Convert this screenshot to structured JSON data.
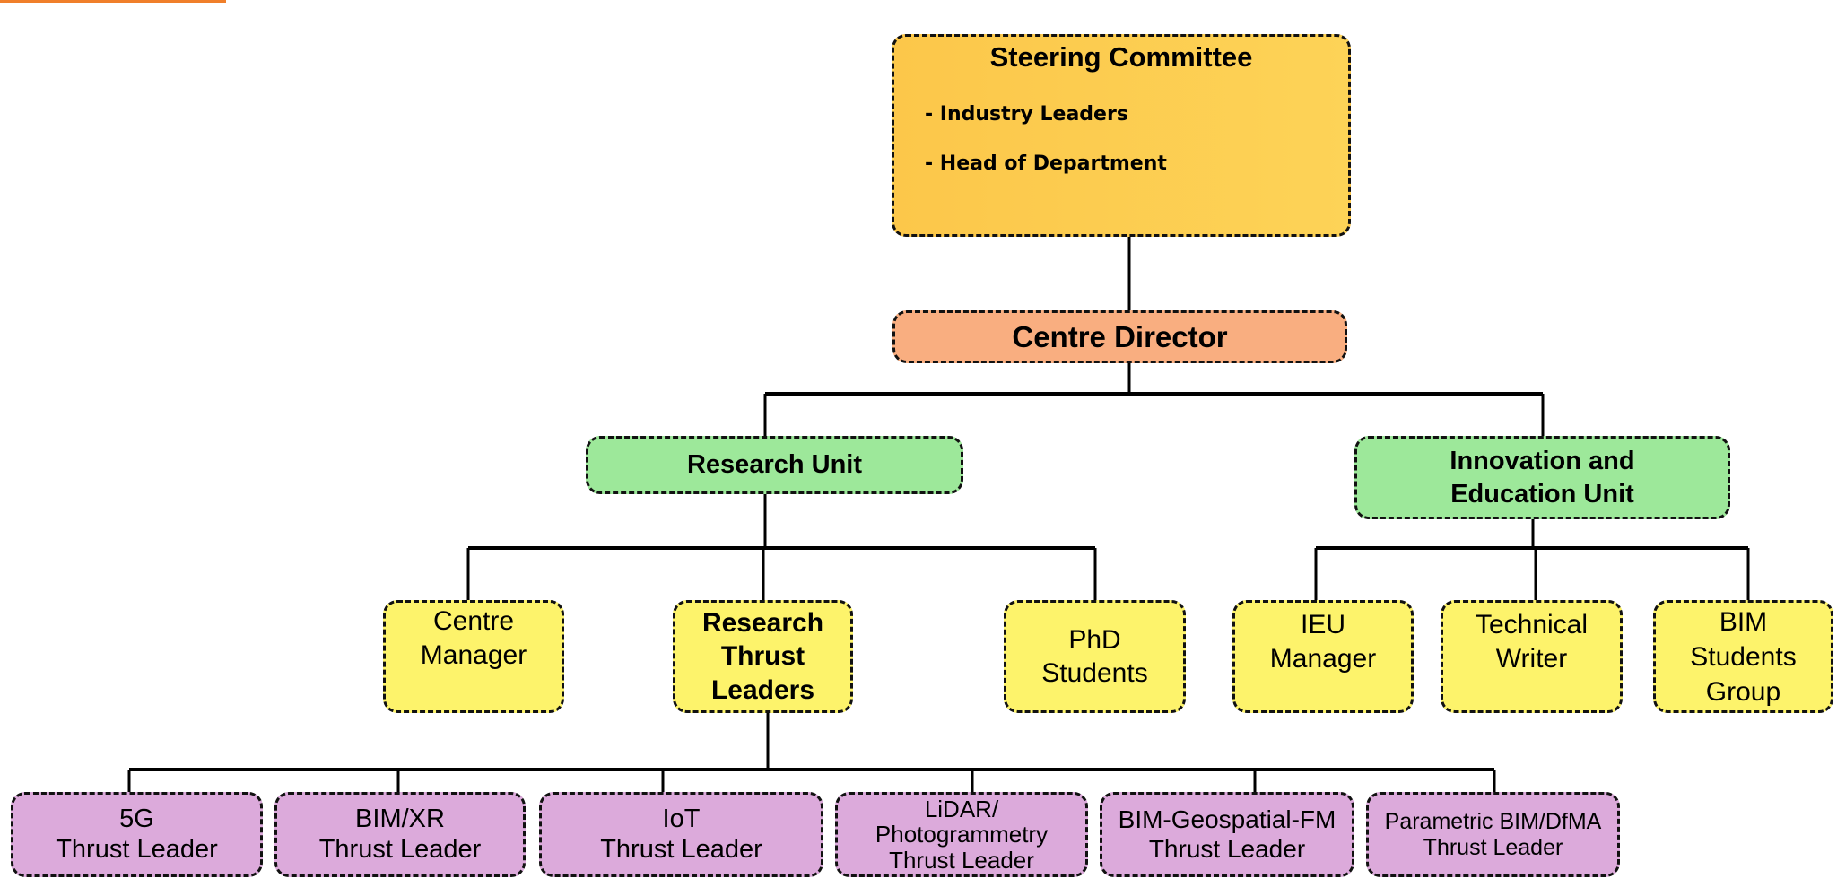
{
  "steering_committee": {
    "title": "Steering Committee",
    "members": [
      "- Industry Leaders",
      "- Head of Department"
    ]
  },
  "centre_director": "Centre Director",
  "units": {
    "research": "Research Unit",
    "innovation_line1": "Innovation and",
    "innovation_line2": "Education Unit"
  },
  "research_roles": [
    {
      "line1": "Centre",
      "line2": "Manager"
    },
    {
      "line1": "Research",
      "line2": "Thrust",
      "line3": "Leaders"
    },
    {
      "line1": "PhD",
      "line2": "Students"
    }
  ],
  "ieu_roles": [
    {
      "line1": "IEU",
      "line2": "Manager"
    },
    {
      "line1": "Technical",
      "line2": "Writer"
    },
    {
      "line1": "BIM",
      "line2": "Students",
      "line3": "Group"
    }
  ],
  "thrust_leaders": [
    {
      "line1": "5G",
      "line2": "Thrust Leader"
    },
    {
      "line1": "BIM/XR",
      "line2": "Thrust Leader"
    },
    {
      "line1": "IoT",
      "line2": "Thrust Leader"
    },
    {
      "line1": "LiDAR/",
      "line2": "Photogrammetry",
      "line3": "Thrust Leader"
    },
    {
      "line1": "BIM-Geospatial-FM",
      "line2": "Thrust Leader"
    },
    {
      "line1": "Parametric BIM/DfMA",
      "line2": "Thrust Leader"
    }
  ],
  "colors": {
    "steering": "#fdca4f",
    "director": "#f9ae80",
    "unit": "#9de89a",
    "role": "#fdf36b",
    "thrust": "#dcaadb"
  }
}
